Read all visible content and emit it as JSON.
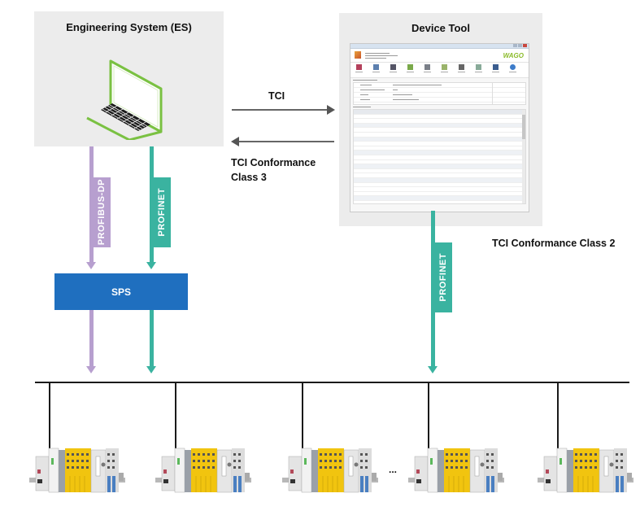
{
  "diagram": {
    "engineering_system": {
      "title": "Engineering System (ES)",
      "icon": "laptop-icon"
    },
    "device_tool": {
      "title": "Device Tool",
      "screenshot": {
        "brand": "WAGO",
        "toolbar_icons": [
          "exit-icon",
          "open-icon",
          "save-icon",
          "read-icon",
          "factory-settings-icon",
          "verify-icon",
          "print-icon",
          "activate-icon",
          "send-icon",
          "help-icon"
        ],
        "sections": [
          "Device Information",
          "Parameter Set",
          "PROFIsafe Address"
        ],
        "table_columns": [
          "Description",
          "Input",
          "Verification",
          "Comment"
        ]
      }
    },
    "links": {
      "tci": "TCI",
      "tci_cc3": "TCI Conformance Class 3",
      "tci_cc3_line1": "TCI Conformance",
      "tci_cc3_line2": "Class 3",
      "tci_cc2": "TCI Conformance Class 2",
      "profibus_dp": "PROFIBUS-DP",
      "profinet_es": "PROFINET",
      "profinet_dt": "PROFINET"
    },
    "sps": {
      "label": "SPS"
    },
    "field_devices": {
      "count_shown": 5,
      "ellipsis": "..."
    },
    "colors": {
      "profibus": "#b79fcf",
      "profinet": "#3ab3a0",
      "sps": "#1f6fbf",
      "panel": "#ececec",
      "laptop_green": "#7ac142"
    }
  }
}
